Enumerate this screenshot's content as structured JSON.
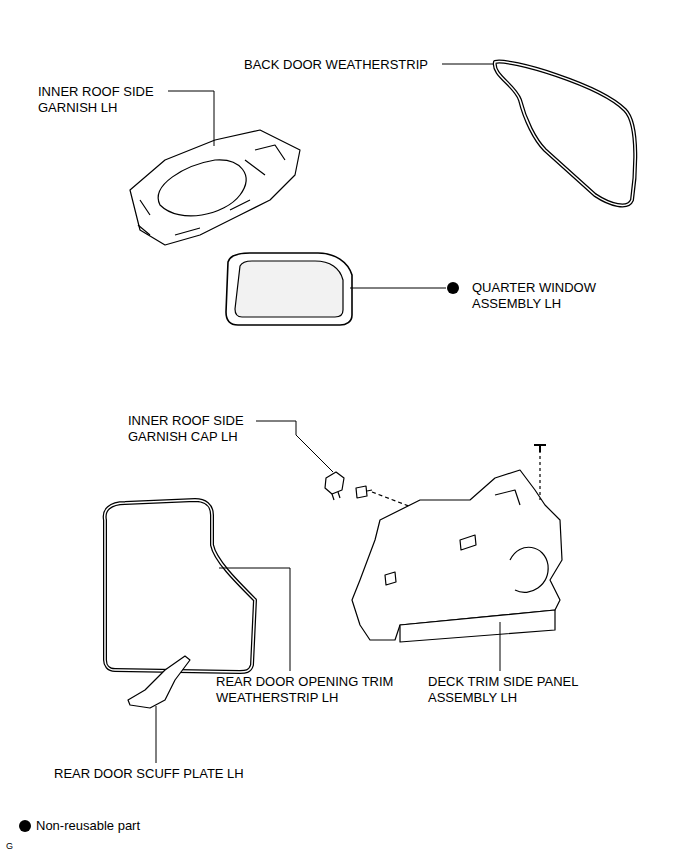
{
  "diagram": {
    "labels": [
      "INNER ROOF SIDE GARNISH LH",
      "BACK DOOR WEATHERSTRIP",
      "QUARTER WINDOW ASSEMBLY LH",
      "INNER ROOF SIDE GARNISH CAP LH",
      "REAR DOOR OPENING TRIM WEATHERSTRIP LH",
      "DECK TRIM SIDE PANEL ASSEMBLY LH",
      "REAR DOOR SCUFF PLATE LH",
      "G"
    ],
    "legend": [
      {
        "text": "Non-reusable part",
        "color": "#000000"
      }
    ]
  }
}
